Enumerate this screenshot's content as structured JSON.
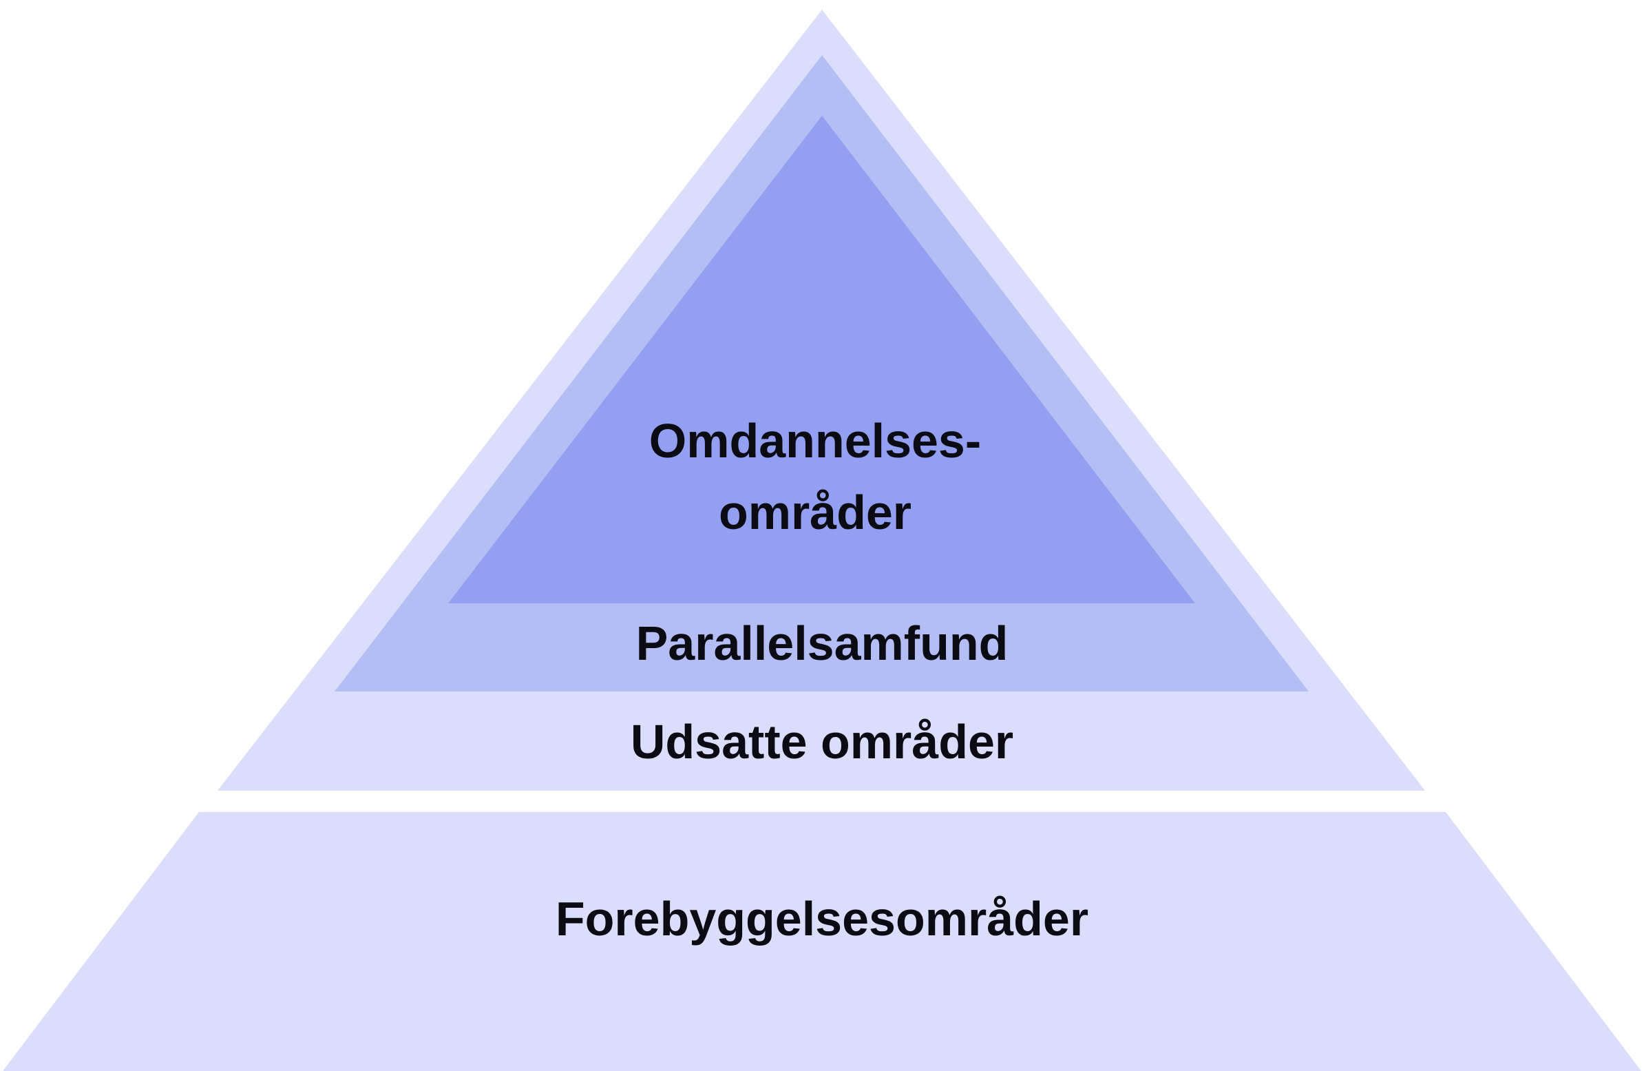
{
  "diagram": {
    "colors": {
      "outer_layer": "#dadefa",
      "middle_layer": "#b5bdf5",
      "inner_layer": "#939ff0",
      "base_layer": "#dadefa",
      "text": "#0b0b14",
      "background": "#ffffff"
    },
    "layers": {
      "inner": {
        "label_line1": "Omdannelses-",
        "label_line2": "områder"
      },
      "middle": {
        "label": "Parallelsamfund"
      },
      "outer": {
        "label": "Udsatte områder"
      },
      "base": {
        "label": "Forebyggelsesområder"
      }
    }
  }
}
